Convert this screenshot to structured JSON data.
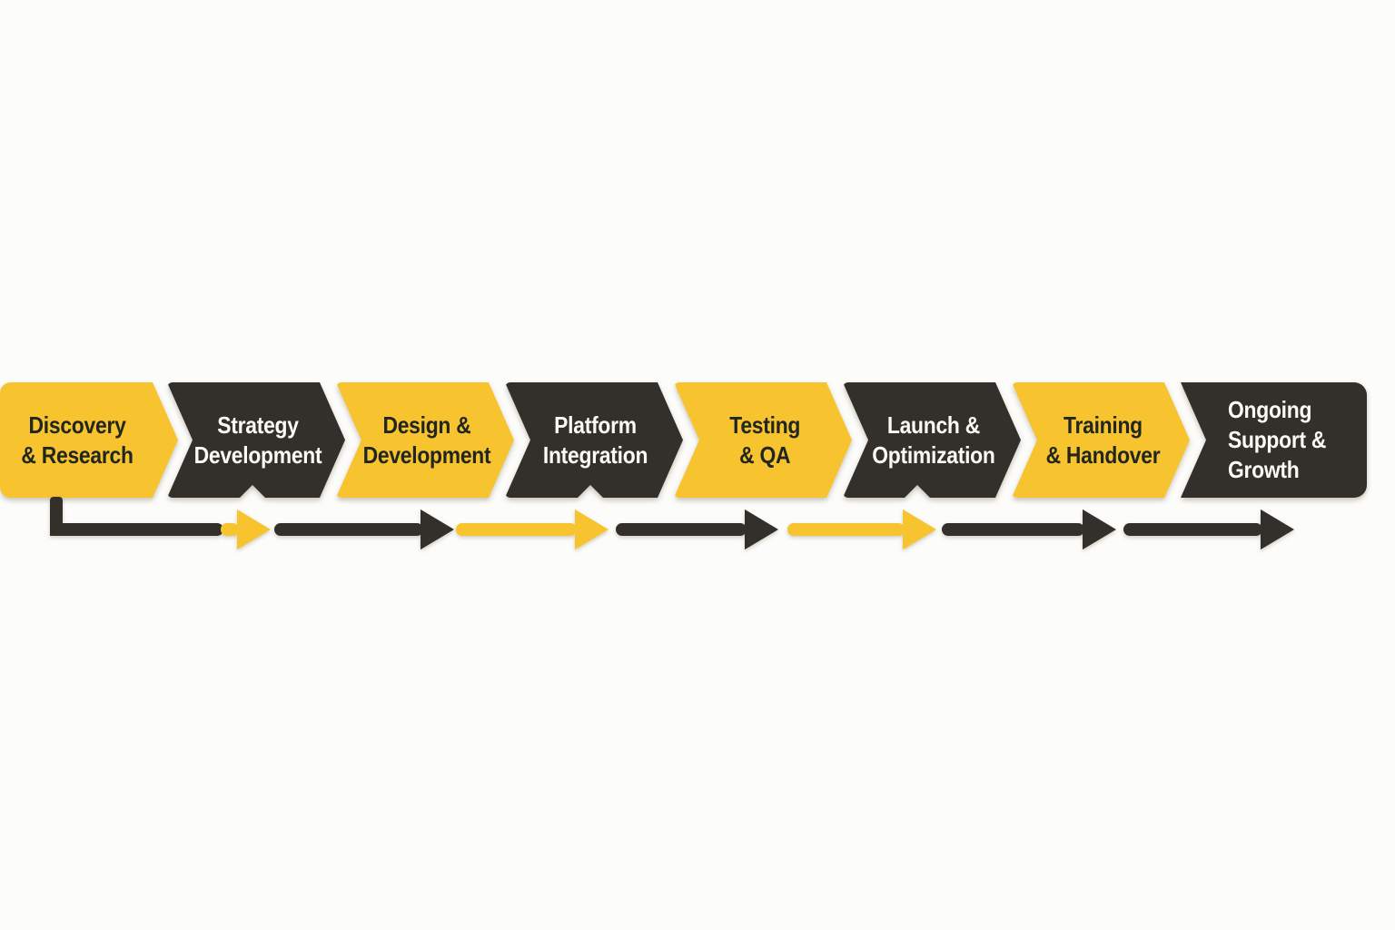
{
  "diagram": {
    "title": "process-flow",
    "colors": {
      "background": "#FCFCFA",
      "yellow": "#F7C42F",
      "dark": "#332F2B",
      "text_on_yellow": "#212620",
      "text_on_dark": "#FAFAF7"
    },
    "stages": [
      {
        "label": "Discovery\n& Research",
        "variant": "yellow",
        "shape": "start",
        "bottom_notch": false
      },
      {
        "label": "Strategy\nDevelopment",
        "variant": "dark",
        "shape": "mid",
        "bottom_notch": true
      },
      {
        "label": "Design &\nDevelopment",
        "variant": "yellow",
        "shape": "mid",
        "bottom_notch": false
      },
      {
        "label": "Platform\nIntegration",
        "variant": "dark",
        "shape": "mid",
        "bottom_notch": true
      },
      {
        "label": "Testing\n& QA",
        "variant": "yellow",
        "shape": "mid",
        "bottom_notch": false
      },
      {
        "label": "Launch &\nOptimization",
        "variant": "dark",
        "shape": "mid",
        "bottom_notch": true
      },
      {
        "label": "Training\n& Handover",
        "variant": "yellow",
        "shape": "mid",
        "bottom_notch": false
      },
      {
        "label": "Ongoing\nSupport &\nGrowth",
        "variant": "dark",
        "shape": "end",
        "bottom_notch": false
      }
    ],
    "timeline": {
      "connector_color": "dark",
      "arrows": [
        {
          "color": "yellow"
        },
        {
          "color": "dark"
        },
        {
          "color": "yellow"
        },
        {
          "color": "dark"
        },
        {
          "color": "yellow"
        },
        {
          "color": "dark"
        },
        {
          "color": "dark"
        }
      ]
    }
  }
}
